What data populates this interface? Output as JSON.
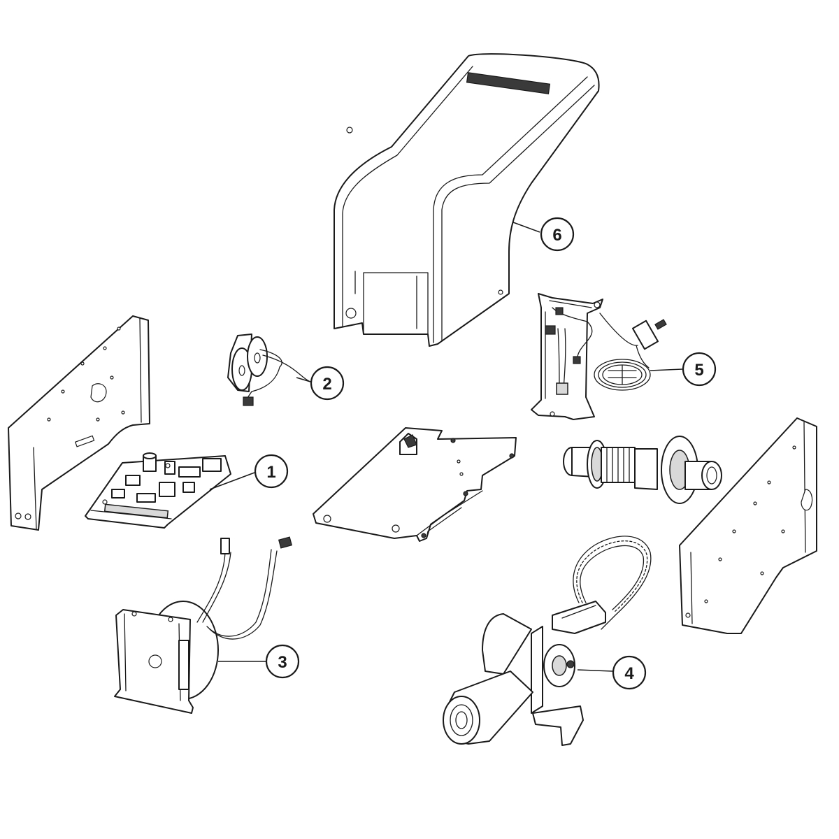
{
  "callouts": [
    {
      "id": "1",
      "label": "1"
    },
    {
      "id": "2",
      "label": "2"
    },
    {
      "id": "3",
      "label": "3"
    },
    {
      "id": "4",
      "label": "4"
    },
    {
      "id": "5",
      "label": "5"
    },
    {
      "id": "6",
      "label": "6"
    }
  ],
  "colors": {
    "line": "#1a1a1a",
    "background": "#ffffff",
    "shade": "#d9d9d9"
  }
}
